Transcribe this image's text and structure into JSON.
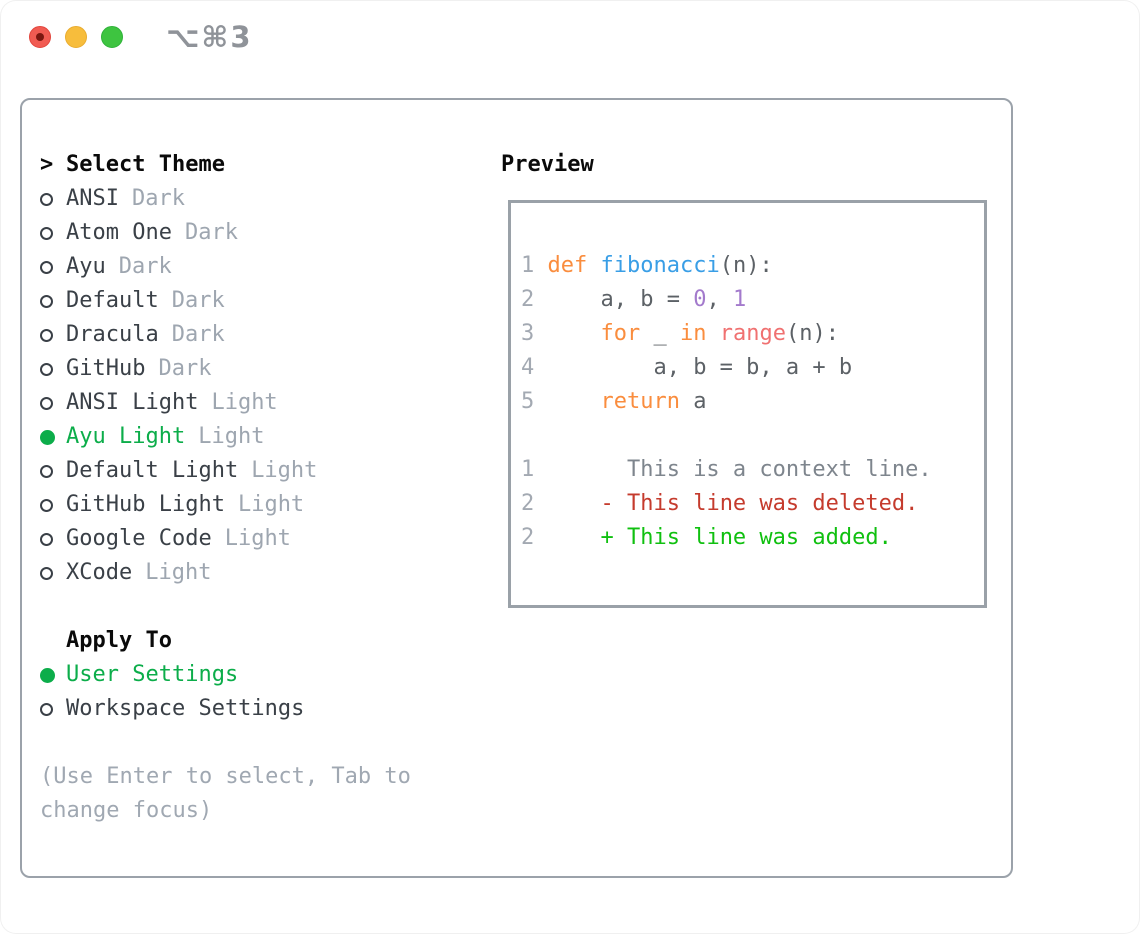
{
  "window": {
    "title": "⌥⌘3",
    "traffic_lights": [
      "close",
      "minimize",
      "zoom"
    ]
  },
  "theme_picker": {
    "header": {
      "marker": ">",
      "label": "Select Theme"
    },
    "items": [
      {
        "name": "ANSI",
        "variant": "Dark",
        "selected": false
      },
      {
        "name": "Atom One",
        "variant": "Dark",
        "selected": false
      },
      {
        "name": "Ayu",
        "variant": "Dark",
        "selected": false
      },
      {
        "name": "Default",
        "variant": "Dark",
        "selected": false
      },
      {
        "name": "Dracula",
        "variant": "Dark",
        "selected": false
      },
      {
        "name": "GitHub",
        "variant": "Dark",
        "selected": false
      },
      {
        "name": "ANSI Light",
        "variant": "Light",
        "selected": false
      },
      {
        "name": "Ayu Light",
        "variant": "Light",
        "selected": true
      },
      {
        "name": "Default Light",
        "variant": "Light",
        "selected": false
      },
      {
        "name": "GitHub Light",
        "variant": "Light",
        "selected": false
      },
      {
        "name": "Google Code",
        "variant": "Light",
        "selected": false
      },
      {
        "name": "XCode",
        "variant": "Light",
        "selected": false
      }
    ]
  },
  "apply_to": {
    "label": "Apply To",
    "options": [
      {
        "name": "User Settings",
        "selected": true
      },
      {
        "name": "Workspace Settings",
        "selected": false
      }
    ]
  },
  "hint": {
    "line1": "(Use Enter to select, Tab to",
    "line2": "change focus)"
  },
  "preview": {
    "label": "Preview",
    "lines": [
      [],
      [
        {
          "t": "1 ",
          "c": "ln"
        },
        {
          "t": "def",
          "c": "kw"
        },
        {
          "t": " ",
          "c": "fg"
        },
        {
          "t": "fibonacci",
          "c": "fn"
        },
        {
          "t": "(n):",
          "c": "fg"
        }
      ],
      [
        {
          "t": "2 ",
          "c": "ln"
        },
        {
          "t": "    a, b = ",
          "c": "fg"
        },
        {
          "t": "0",
          "c": "num"
        },
        {
          "t": ", ",
          "c": "fg"
        },
        {
          "t": "1",
          "c": "num"
        }
      ],
      [
        {
          "t": "3 ",
          "c": "ln"
        },
        {
          "t": "    ",
          "c": "fg"
        },
        {
          "t": "for",
          "c": "kw"
        },
        {
          "t": " _ ",
          "c": "fg"
        },
        {
          "t": "in",
          "c": "kw"
        },
        {
          "t": " ",
          "c": "fg"
        },
        {
          "t": "range",
          "c": "call"
        },
        {
          "t": "(n):",
          "c": "fg"
        }
      ],
      [
        {
          "t": "4 ",
          "c": "ln"
        },
        {
          "t": "        a, b = b, a + b",
          "c": "fg"
        }
      ],
      [
        {
          "t": "5 ",
          "c": "ln"
        },
        {
          "t": "    ",
          "c": "fg"
        },
        {
          "t": "return",
          "c": "kw"
        },
        {
          "t": " a",
          "c": "fg"
        }
      ],
      [],
      [
        {
          "t": "1",
          "c": "ln"
        },
        {
          "t": "       This is a context line.",
          "c": "ctx"
        }
      ],
      [
        {
          "t": "2",
          "c": "ln"
        },
        {
          "t": "     ",
          "c": "fg"
        },
        {
          "t": "- This line was deleted.",
          "c": "del"
        }
      ],
      [
        {
          "t": "2",
          "c": "ln"
        },
        {
          "t": "     ",
          "c": "fg"
        },
        {
          "t": "+ This line was added.",
          "c": "add"
        }
      ],
      []
    ]
  },
  "colors": {
    "selection_green": "#0CAD4A",
    "added_green": "#10C010",
    "deleted_red": "#C53B2D",
    "keyword_orange": "#FA8D3E",
    "function_blue": "#399EE6",
    "number_purple": "#A37ACC",
    "builtin_coral": "#F07171",
    "code_foreground": "#5C6166",
    "line_number_gray": "#A3A9B2",
    "context_gray": "#7E858D",
    "variant_gray": "#9EA6B0",
    "item_text": "#3A4047",
    "border_gray": "#9BA2AA",
    "hint_gray": "#A0A8B2",
    "title_gray": "#8F9399",
    "traffic_red": "#F15B52",
    "traffic_yellow": "#F7BD3C",
    "traffic_green": "#3EC440"
  }
}
